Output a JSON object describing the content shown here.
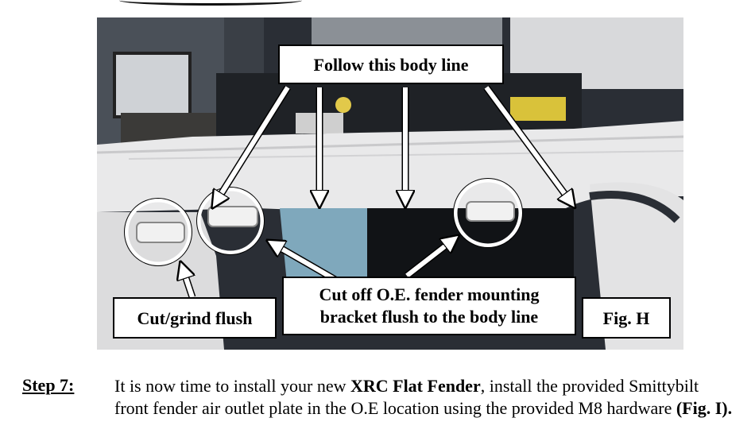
{
  "figure": {
    "callouts": {
      "body_line": "Follow this body line",
      "cut_grind": "Cut/grind flush",
      "bracket_line1": "Cut off O.E. fender mounting",
      "bracket_line2": "bracket flush to the body line",
      "fig_label": "Fig. H"
    }
  },
  "step": {
    "label": "Step 7:",
    "text_1": "It is now time to install your new ",
    "bold_1": "XRC Flat Fender",
    "text_2": ", install the provided Smittybilt front fender air outlet plate in the O.E location using the provided M8 hardware ",
    "bold_2": "(Fig. I)."
  },
  "colors": {
    "body_white": "#e9e9ea",
    "background_dark": "#1a1d22",
    "reservoir_blue": "#7fa8bc",
    "outline": "#000000"
  }
}
